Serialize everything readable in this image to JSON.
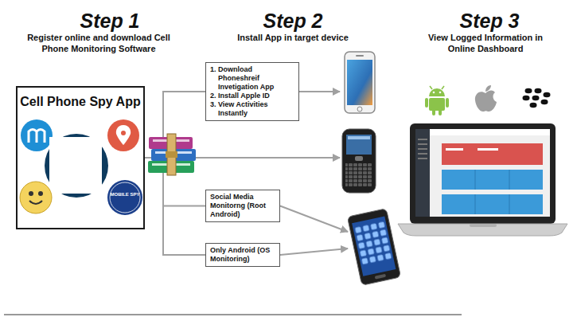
{
  "diagram": {
    "nodes": [
      {
        "text": [
          "Cell Phone Spy App"
        ]
      },
      {
        "text": [
          "1. Download Phoneshreif Invetigation App",
          "2. Install Apple ID",
          "3. View Activities Instantly"
        ]
      },
      {
        "text": [
          "Social Media Monitorng (Root Android)"
        ]
      },
      {
        "text": [
          "Only Android (OS Monitoring)"
        ]
      }
    ],
    "edges": [
      {
        "from": 0,
        "to": 1,
        "arrow": "none"
      },
      {
        "from": 0,
        "to": 2,
        "arrow": "none"
      },
      {
        "from": 0,
        "to": 3,
        "arrow": "none"
      }
    ],
    "labels": [
      "Step 1",
      "Register online and download Cell Phone Monitoring Software",
      "Step 2",
      "Install App in target device",
      "Step 3",
      "View Logged Information in Online Dashboard",
      "MOBILE SPY"
    ]
  }
}
